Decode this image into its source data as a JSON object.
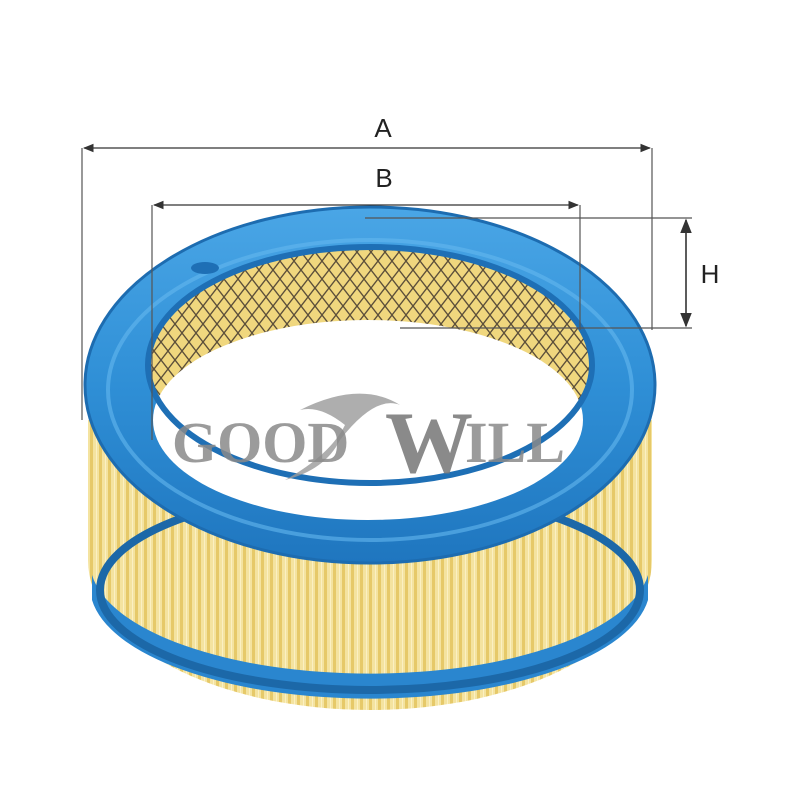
{
  "dimensions": {
    "outer_diameter_label": "A",
    "inner_diameter_label": "B",
    "height_label": "H"
  },
  "watermark": {
    "left_text": "GOOD",
    "initial": "W",
    "right_text": "ILL"
  },
  "colors": {
    "gasket_blue": "#2f8fd6",
    "gasket_dark": "#1e6fb5",
    "filter_paper": "#f1d98a",
    "dimension_line": "#444444",
    "watermark_gray": "#8a8a8a"
  }
}
